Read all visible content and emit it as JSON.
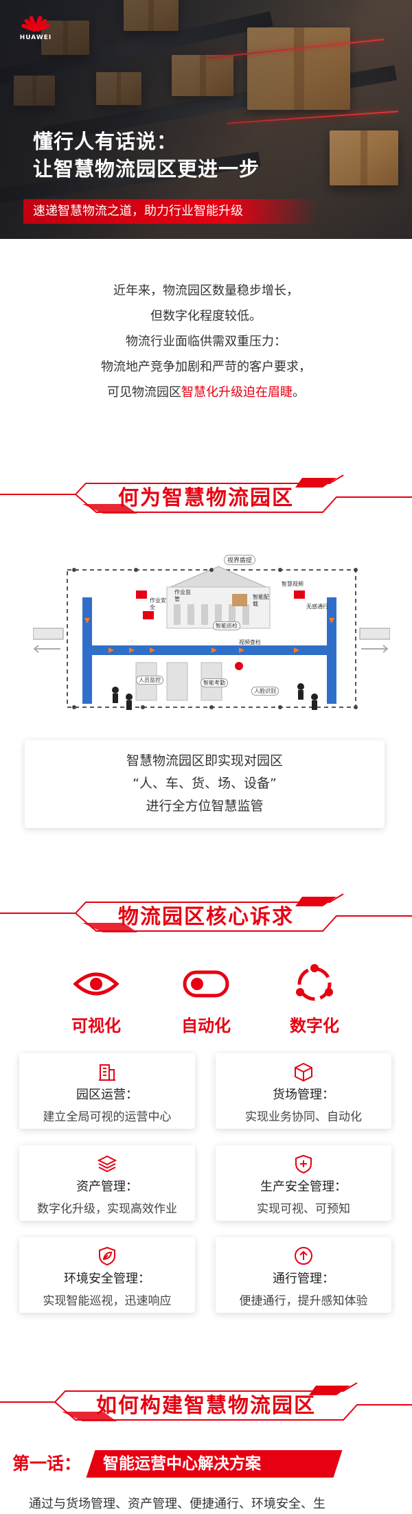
{
  "brand": {
    "name": "HUAWEI",
    "accent": "#e60012"
  },
  "hero": {
    "title_line1": "懂行人有话说：",
    "title_line2": "让智慧物流园区更进一步",
    "subtitle": "速递智慧物流之道，助力行业智能升级"
  },
  "intro": {
    "lines": [
      "近年来，物流园区数量稳步增长，",
      "但数字化程度较低。",
      "物流行业面临供需双重压力：",
      "物流地产竞争加剧和严苛的客户要求，"
    ],
    "last_prefix": "可见物流园区",
    "last_highlight": "智慧化升级迫在眉睫",
    "last_suffix": "。"
  },
  "section1": {
    "title": "何为智慧物流园区"
  },
  "diagram": {
    "labels": [
      "视界盾提",
      "作业监管",
      "作业安全",
      "智能巡检",
      "智能配载",
      "智慧视频",
      "无感通行",
      "视频查检",
      "人员监控",
      "智能考勤",
      "人脸识别"
    ]
  },
  "desc_card": {
    "line1": "智慧物流园区即实现对园区",
    "line2": "“人、车、货、场、设备”",
    "line3": "进行全方位智慧监管"
  },
  "section2": {
    "title": "物流园区核心诉求"
  },
  "values": [
    {
      "label": "可视化",
      "icon": "eye-icon"
    },
    {
      "label": "自动化",
      "icon": "toggle-icon"
    },
    {
      "label": "数字化",
      "icon": "network-icon"
    }
  ],
  "features": [
    {
      "title": "园区运营：",
      "desc": "建立全局可视的运营中心",
      "icon": "building-icon"
    },
    {
      "title": "货场管理：",
      "desc": "实现业务协同、自动化",
      "icon": "cube-icon"
    },
    {
      "title": "资产管理：",
      "desc": "数字化升级，实现高效作业",
      "icon": "layers-icon"
    },
    {
      "title": "生产安全管理：",
      "desc": "实现可视、可预知",
      "icon": "shield-plus-icon"
    },
    {
      "title": "环境安全管理：",
      "desc": "实现智能巡视，迅速响应",
      "icon": "leaf-shield-icon"
    },
    {
      "title": "通行管理：",
      "desc": "便捷通行，提升感知体验",
      "icon": "arrow-up-circle-icon"
    }
  ],
  "section3": {
    "title": "如何构建智慧物流园区"
  },
  "episode": {
    "prefix": "第一话：",
    "title": "智能运营中心解决方案"
  },
  "tail_text": "通过与货场管理、资产管理、便捷通行、环境安全、生"
}
